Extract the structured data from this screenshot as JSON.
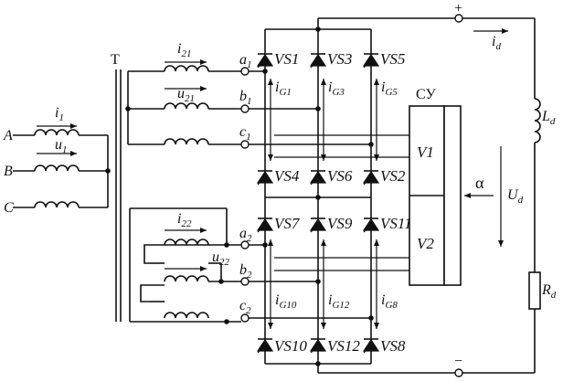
{
  "transformer": {
    "label": "T"
  },
  "phases": [
    {
      "id": "A",
      "label": "A"
    },
    {
      "id": "B",
      "label": "B"
    },
    {
      "id": "C",
      "label": "C"
    }
  ],
  "primary": {
    "current": {
      "main": "i",
      "sub": "1"
    },
    "voltage": {
      "main": "u",
      "sub": "1"
    }
  },
  "secondary_upper": {
    "current": {
      "main": "i",
      "sub": "21"
    },
    "voltage": {
      "main": "u",
      "sub": "21"
    },
    "terminals": [
      {
        "main": "a",
        "sub": "1"
      },
      {
        "main": "b",
        "sub": "1"
      },
      {
        "main": "c",
        "sub": "1"
      }
    ]
  },
  "secondary_lower": {
    "current": {
      "main": "i",
      "sub": "22"
    },
    "voltage": {
      "main": "u",
      "sub": "22"
    },
    "terminals": [
      {
        "main": "a",
        "sub": "2"
      },
      {
        "main": "b",
        "sub": "2"
      },
      {
        "main": "c",
        "sub": "2"
      }
    ]
  },
  "thyristors": [
    {
      "id": "VS1",
      "text": "VS1"
    },
    {
      "id": "VS3",
      "text": "VS3"
    },
    {
      "id": "VS5",
      "text": "VS5"
    },
    {
      "id": "VS4",
      "text": "VS4"
    },
    {
      "id": "VS6",
      "text": "VS6"
    },
    {
      "id": "VS2",
      "text": "VS2"
    },
    {
      "id": "VS7",
      "text": "VS7"
    },
    {
      "id": "VS9",
      "text": "VS9"
    },
    {
      "id": "VS11",
      "text": "VS11"
    },
    {
      "id": "VS10",
      "text": "VS10"
    },
    {
      "id": "VS12",
      "text": "VS12"
    },
    {
      "id": "VS8",
      "text": "VS8"
    }
  ],
  "gate_currents": [
    {
      "main": "i",
      "sub": "G1"
    },
    {
      "main": "i",
      "sub": "G3"
    },
    {
      "main": "i",
      "sub": "G5"
    },
    {
      "main": "i",
      "sub": "G10"
    },
    {
      "main": "i",
      "sub": "G12"
    },
    {
      "main": "i",
      "sub": "G8"
    }
  ],
  "control": {
    "title": "СУ",
    "v1": "V1",
    "v2": "V2",
    "alpha": "α"
  },
  "load": {
    "plus": "+",
    "minus": "−",
    "id": {
      "main": "i",
      "sub": "d"
    },
    "Ud": {
      "main": "U",
      "sub": "d"
    },
    "Ld": {
      "main": "L",
      "sub": "d"
    },
    "Rd": {
      "main": "R",
      "sub": "d"
    }
  }
}
